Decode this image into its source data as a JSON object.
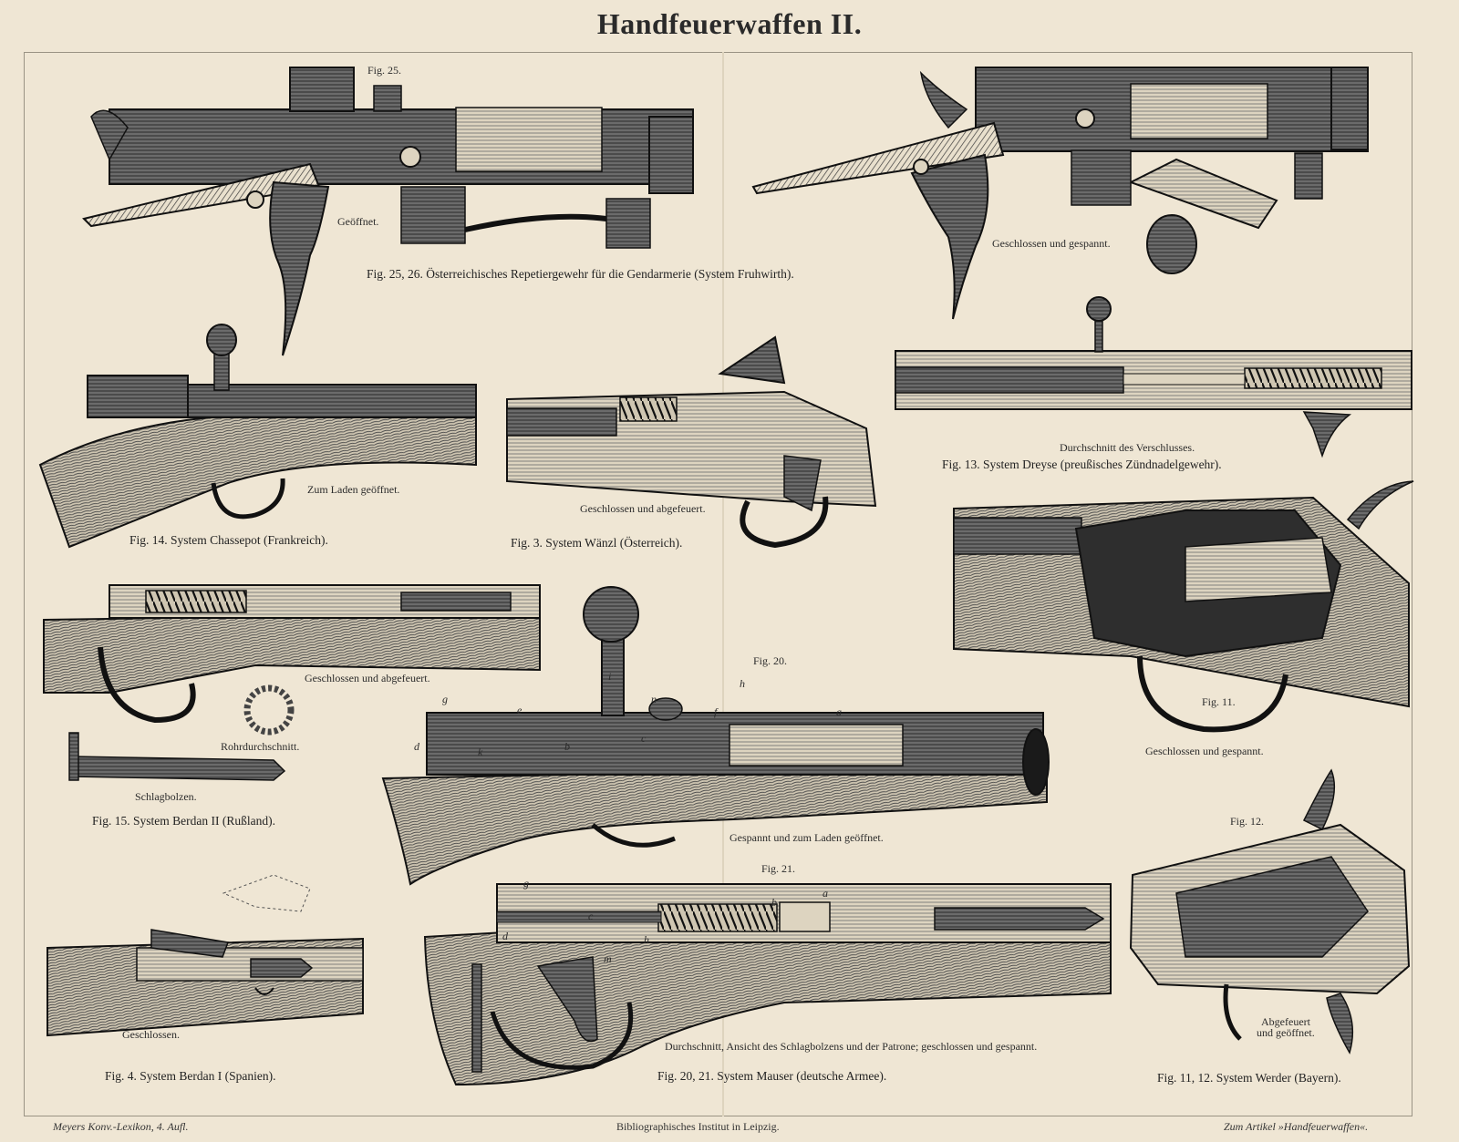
{
  "title": "Handfeuerwaffen II.",
  "labels": {
    "fig25": "Fig. 25.",
    "geoeffnet": "Geöffnet.",
    "geschlossen_gespannt_1": "Geschlossen und gespannt.",
    "cap_25_26": "Fig. 25, 26.  Österreichisches Repetiergewehr für die Gendarmerie (System Fruhwirth).",
    "zum_laden": "Zum Laden geöffnet.",
    "cap_14": "Fig. 14.  System Chassepot (Frankreich).",
    "geschlossen_abgefeuert_1": "Geschlossen und abgefeuert.",
    "cap_3": "Fig. 3.  System Wänzl (Österreich).",
    "durchschnitt_verschluss": "Durchschnitt des Verschlusses.",
    "cap_13": "Fig. 13.  System Dreyse (preußisches Zündnadelgewehr).",
    "geschlossen_abgefeuert_2": "Geschlossen und abgefeuert.",
    "rohrdurchschnitt": "Rohrdurchschnitt.",
    "schlagbolzen": "Schlagbolzen.",
    "cap_15": "Fig. 15.  System Berdan II (Rußland).",
    "fig20": "Fig. 20.",
    "gespannt_laden": "Gespannt und zum Laden geöffnet.",
    "fig11": "Fig. 11.",
    "geschlossen_gespannt_2": "Geschlossen und gespannt.",
    "fig12": "Fig. 12.",
    "fig21": "Fig. 21.",
    "geschlossen": "Geschlossen.",
    "cap_4": "Fig. 4.  System Berdan I (Spanien).",
    "durchschnitt_mauser": "Durchschnitt, Ansicht des Schlagbolzens und der Patrone; geschlossen und gespannt.",
    "cap_20_21": "Fig. 20, 21.  System Mauser (deutsche Armee).",
    "abgefeuert_1": "Abgefeuert",
    "abgefeuert_2": "und geöffnet.",
    "cap_11_12": "Fig. 11, 12.  System Werder (Bayern)."
  },
  "letters": {
    "a": "a",
    "b": "b",
    "c": "c",
    "d": "d",
    "e": "e",
    "f": "f",
    "g": "g",
    "h": "h",
    "i": "i",
    "k": "k",
    "m": "m",
    "n": "n"
  },
  "footer": {
    "left": "Meyers Konv.-Lexikon, 4. Aufl.",
    "center": "Bibliographisches Institut in Leipzig.",
    "right": "Zum Artikel »Handfeuerwaffen«."
  }
}
